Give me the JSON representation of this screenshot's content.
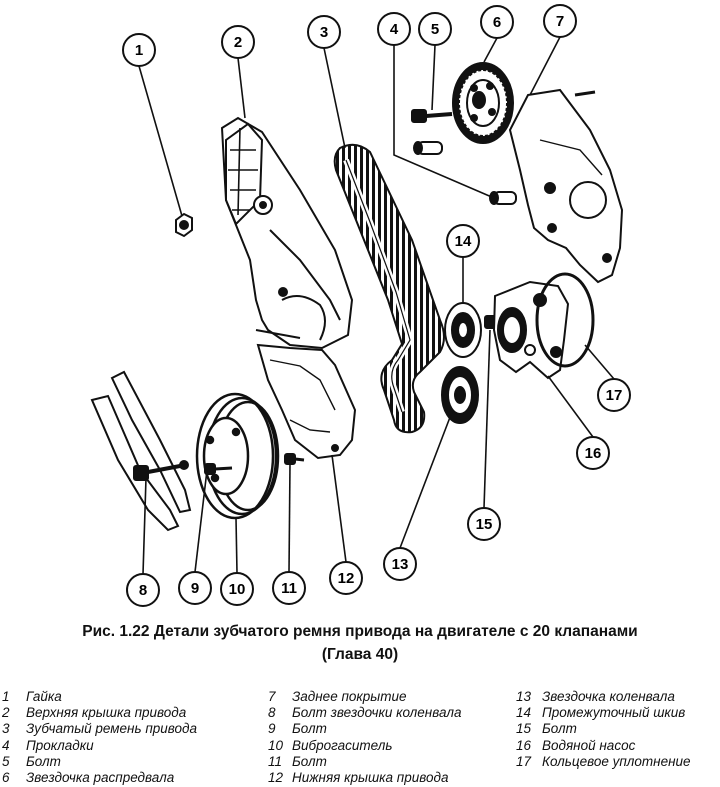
{
  "figure": {
    "caption_label": "Рис. 1.22",
    "caption_text": "Детали зубчатого ремня привода на двигателе с 20 клапанами",
    "caption_line2": "(Глава 40)"
  },
  "callouts": [
    "1",
    "2",
    "3",
    "4",
    "5",
    "6",
    "7",
    "8",
    "9",
    "10",
    "11",
    "12",
    "13",
    "14",
    "15",
    "16",
    "17"
  ],
  "legend": [
    {
      "num": "1",
      "text": "Гайка"
    },
    {
      "num": "2",
      "text": "Верхняя крышка привода"
    },
    {
      "num": "3",
      "text": "Зубчатый ремень привода"
    },
    {
      "num": "4",
      "text": "Прокладки"
    },
    {
      "num": "5",
      "text": "Болт"
    },
    {
      "num": "6",
      "text": "Звездочка распредвала"
    },
    {
      "num": "7",
      "text": "Заднее покрытие"
    },
    {
      "num": "8",
      "text": "Болт звездочки коленвала"
    },
    {
      "num": "9",
      "text": "Болт"
    },
    {
      "num": "10",
      "text": "Виброгаситель"
    },
    {
      "num": "11",
      "text": "Болт"
    },
    {
      "num": "12",
      "text": "Нижняя крышка привода"
    },
    {
      "num": "13",
      "text": "Звездочка коленвала"
    },
    {
      "num": "14",
      "text": "Промежуточный шкив"
    },
    {
      "num": "15",
      "text": "Болт"
    },
    {
      "num": "16",
      "text": "Водяной насос"
    },
    {
      "num": "17",
      "text": "Кольцевое уплотнение"
    }
  ]
}
